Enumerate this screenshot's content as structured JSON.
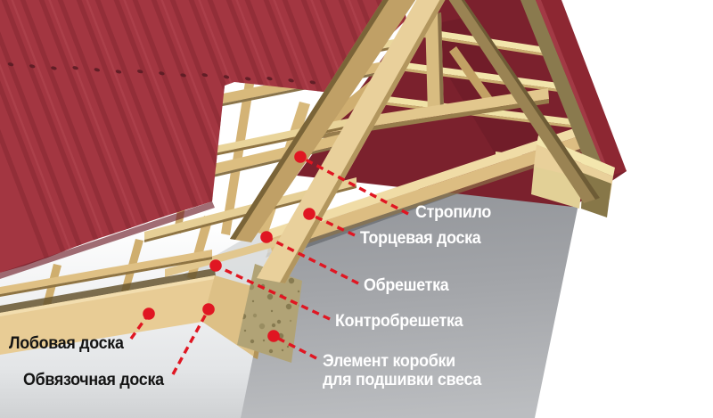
{
  "diagram": {
    "subject": "roof-eave-construction",
    "labels": [
      {
        "id": "stropilo",
        "text": "Стропило",
        "style": "light"
      },
      {
        "id": "tortsevaya",
        "text": "Торцевая доска",
        "style": "light"
      },
      {
        "id": "obreshetka",
        "text": "Обрешетка",
        "style": "light"
      },
      {
        "id": "kontrobreshetka",
        "text": "Контробрешетка",
        "style": "light"
      },
      {
        "id": "element-korobki",
        "text": "Элемент коробки\nдля подшивки свеса",
        "style": "light"
      },
      {
        "id": "lobovaya",
        "text": "Лобовая доска",
        "style": "dark"
      },
      {
        "id": "obvyazochnaya",
        "text": "Обвязочная доска",
        "style": "dark"
      }
    ],
    "colors": {
      "background": "#ffffff",
      "roof_red": "#a33641",
      "roof_red_stripe": "#8e2c36",
      "roof_underside_red": "#7b212d",
      "wood_light": "#e9d09b",
      "wood_mid": "#d8b97b",
      "wood_dark_olive": "#8a7a4e",
      "batten_cream": "#f2e5ab",
      "wall_gray": "#9a9da1",
      "corner_panel_texture": "#b1a376",
      "leader_red": "#e01622",
      "label_light": "#ffffff",
      "label_dark": "#141414"
    }
  }
}
